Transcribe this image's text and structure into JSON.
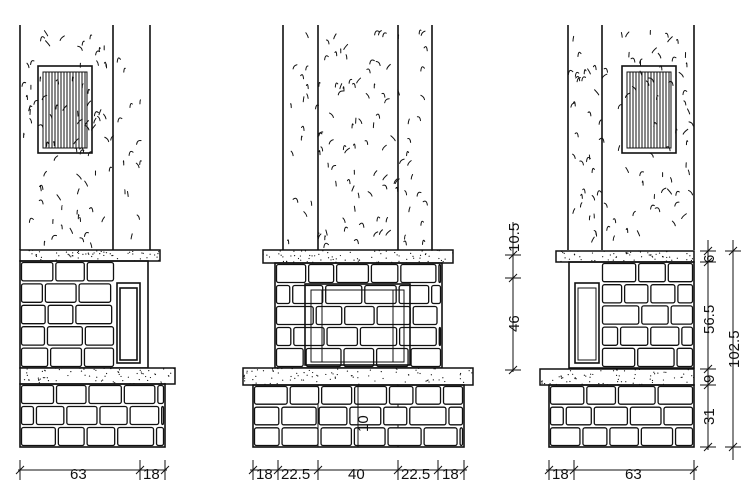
{
  "views": [
    {
      "id": "left-side-elevation",
      "has_vent_grille": true
    },
    {
      "id": "front-elevation",
      "has_vent_grille": false
    },
    {
      "id": "right-side-elevation",
      "has_vent_grille": true
    }
  ],
  "dimensions": {
    "left_view": {
      "depth_chimney": "63",
      "depth_hood": "18"
    },
    "front_view": {
      "jamb_left": "18",
      "side_left": "22.5",
      "opening": "40",
      "side_right": "22.5",
      "jamb_right": "18",
      "hearth_height": "10"
    },
    "right_view": {
      "depth_hood": "18",
      "depth_chimney": "63",
      "mantel": "10.5",
      "opening_height": "46",
      "top_band": "6",
      "firebox_height": "56.5",
      "total_height": "102.5",
      "hearth_slab": "9",
      "base": "31"
    }
  },
  "colors": {
    "line": "#111111",
    "paper": "#ffffff"
  }
}
